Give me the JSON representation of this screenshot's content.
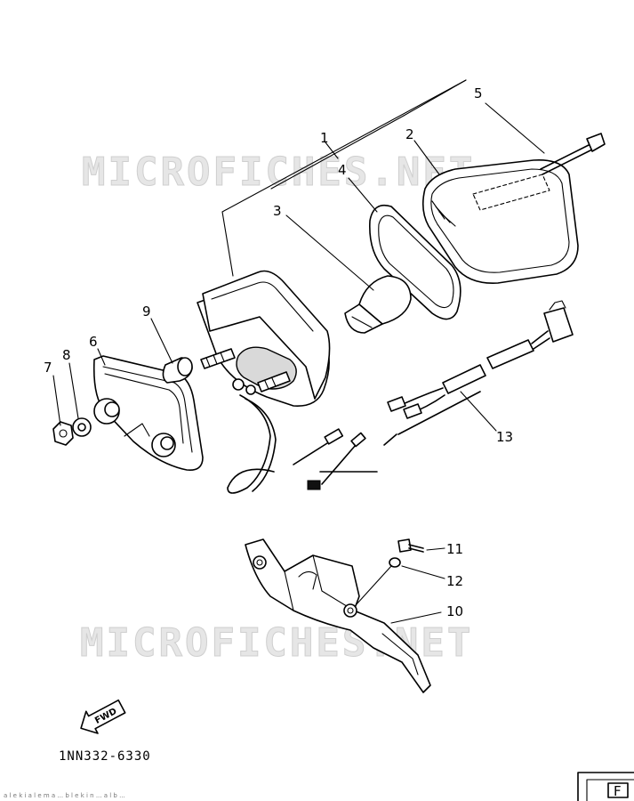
{
  "watermark": {
    "top": "MICROFICHES.NET",
    "bottom": "MICROFICHES.NET"
  },
  "callouts": [
    {
      "id": "c1",
      "label": "1"
    },
    {
      "id": "c2",
      "label": "2"
    },
    {
      "id": "c3",
      "label": "3"
    },
    {
      "id": "c4",
      "label": "4"
    },
    {
      "id": "c5",
      "label": "5"
    },
    {
      "id": "c6",
      "label": "6"
    },
    {
      "id": "c7",
      "label": "7"
    },
    {
      "id": "c8",
      "label": "8"
    },
    {
      "id": "c9",
      "label": "9"
    },
    {
      "id": "c10",
      "label": "10"
    },
    {
      "id": "c11",
      "label": "11"
    },
    {
      "id": "c12",
      "label": "12"
    },
    {
      "id": "c13",
      "label": "13"
    }
  ],
  "direction_marker": {
    "label": "FWD"
  },
  "drawing_code": "1NN332-6330",
  "corner_mark": {
    "label": "F"
  },
  "footer_text": "a l e k i a l e m a ... b l e k i n ... a l b ..."
}
